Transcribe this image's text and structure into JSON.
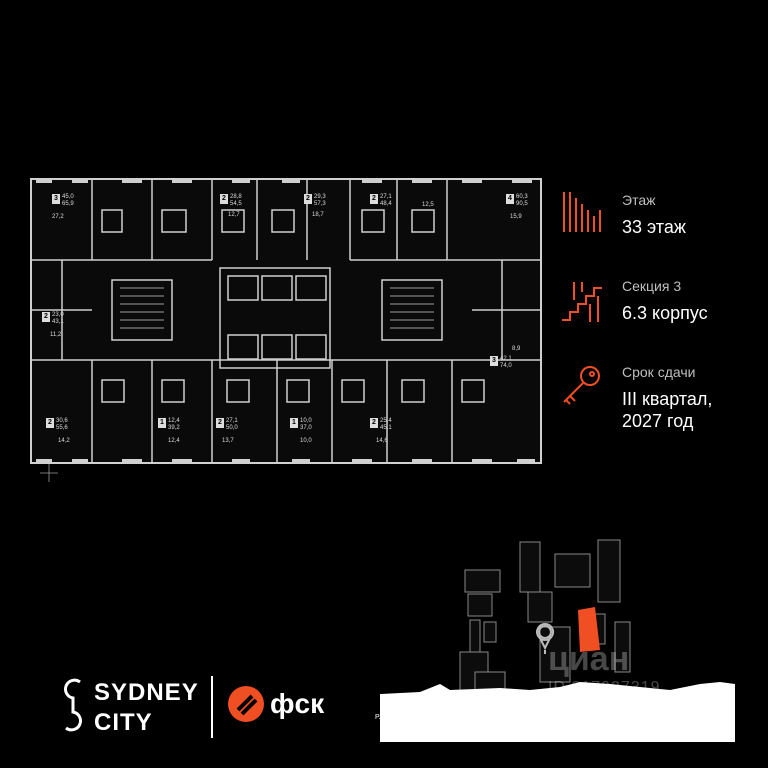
{
  "floor_plan": {
    "apartments": [
      {
        "rooms": "3",
        "area_living": "45,0",
        "area_total": "65,9",
        "room_size": "27,2"
      },
      {
        "rooms": "2",
        "area_living": "28,8",
        "area_total": "54,5",
        "room_size": "12,7"
      },
      {
        "rooms": "2",
        "area_living": "29,3",
        "area_total": "57,3",
        "room_size": "18,7"
      },
      {
        "rooms": "2",
        "area_living": "27,1",
        "area_total": "48,4",
        "room_size": "12,5"
      },
      {
        "rooms": "4",
        "area_living": "60,3",
        "area_total": "90,5",
        "room_size": "15,9"
      },
      {
        "rooms": "2",
        "area_living": "23,0",
        "area_total": "43,1",
        "room_size": "11,2"
      },
      {
        "rooms": "3",
        "area_living": "42,1",
        "area_total": "74,0",
        "room_size": "8,9"
      },
      {
        "rooms": "2",
        "area_living": "30,6",
        "area_total": "55,6",
        "room_size": "14,2"
      },
      {
        "rooms": "1",
        "area_living": "12,4",
        "area_total": "39,2",
        "room_size": "12,4"
      },
      {
        "rooms": "2",
        "area_living": "27,1",
        "area_total": "50,0",
        "room_size": "13,7"
      },
      {
        "rooms": "1",
        "area_living": "10,0",
        "area_total": "37,0",
        "room_size": "10,0"
      },
      {
        "rooms": "2",
        "area_living": "25,4",
        "area_total": "45,1",
        "room_size": "14,6"
      }
    ]
  },
  "info": {
    "floor_label": "Этаж",
    "floor_value": "33 этаж",
    "section_label": "Секция 3",
    "section_value": "6.3 корпус",
    "deadline_label": "Срок сдачи",
    "deadline_value_line1": "III квартал,",
    "deadline_value_line2": "2027 год",
    "accent_color": "#f04e23"
  },
  "map": {
    "river_label": "Р.МОСКВА"
  },
  "logos": {
    "sydney_line1": "SYDNEY",
    "sydney_line2": "CITY",
    "fsk": "фск"
  },
  "watermark": {
    "brand": "циан",
    "id": "ID 317927319"
  }
}
